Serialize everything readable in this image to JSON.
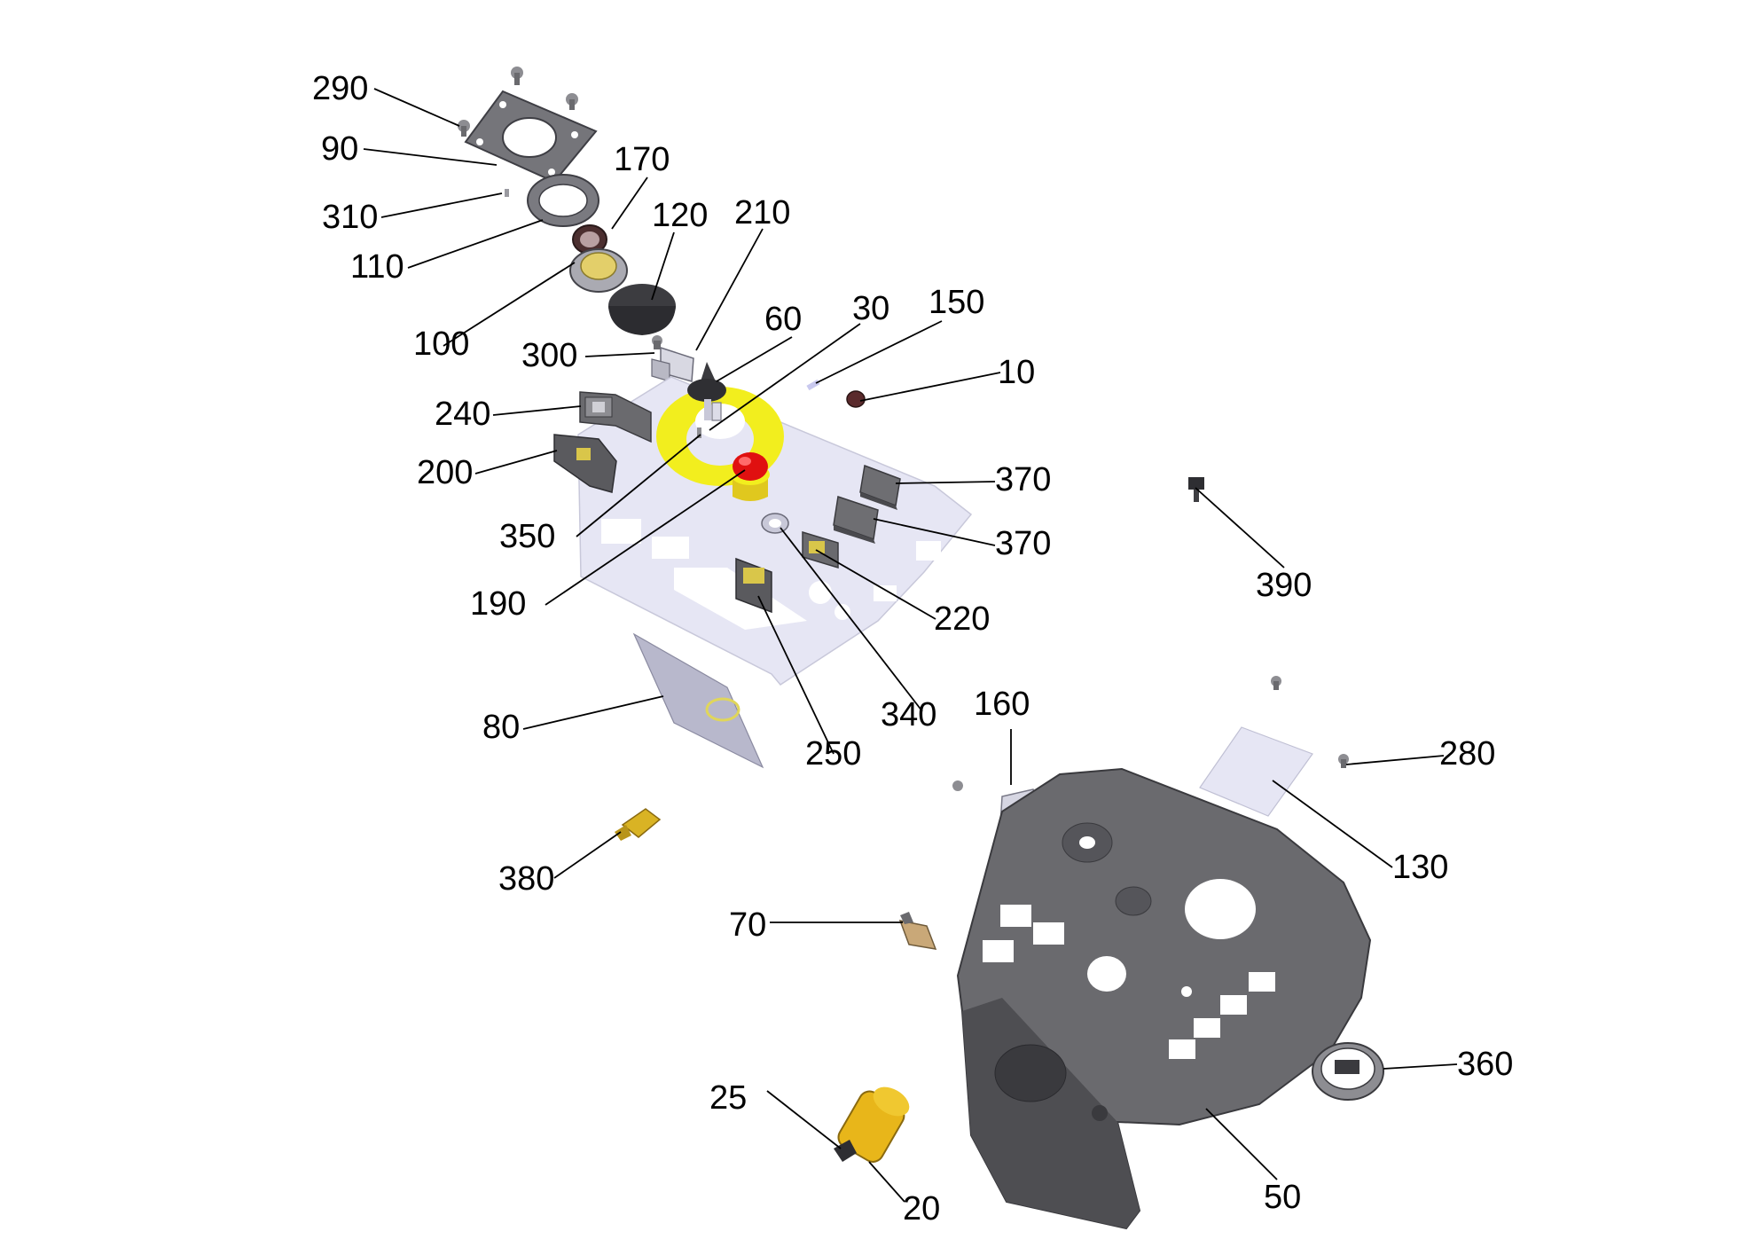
{
  "diagram": {
    "type": "exploded-parts-view",
    "part_numbers": [
      "290",
      "90",
      "310",
      "110",
      "100",
      "170",
      "120",
      "210",
      "300",
      "60",
      "30",
      "150",
      "10",
      "240",
      "200",
      "350",
      "190",
      "370",
      "370",
      "220",
      "390",
      "80",
      "340",
      "250",
      "160",
      "280",
      "130",
      "380",
      "70",
      "360",
      "25",
      "20",
      "50"
    ],
    "colors": {
      "part_dark": "#6a6a6e",
      "part_mid": "#8d8d92",
      "panel_light": "#e6e6f4",
      "label_yellow": "#f2ee1e",
      "button_red": "#e01010",
      "gold": "#d9b324",
      "leader": "#000000"
    }
  }
}
